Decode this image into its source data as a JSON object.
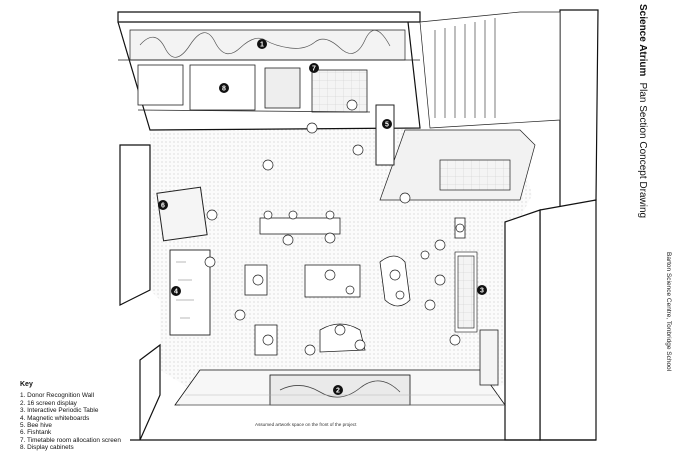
{
  "title": {
    "bold": "Science Atrium",
    "rest": "Plan Section Concept Drawing"
  },
  "subtitle": "Barton Science Centre, Tonbridge School",
  "key": {
    "heading": "Key",
    "items": [
      "1.  Donor Recognition Wall",
      "2.  16 screen display",
      "3.  Interactive Periodic Table",
      "4.  Magnetic whiteboards",
      "5.  Bee hive",
      "6.  Fishtank",
      "7.  Timetable room allocation screen",
      "8.  Display cabinets"
    ]
  },
  "caption": "Assumed artwork space on the front of the project",
  "markers": [
    "1",
    "2",
    "3",
    "4",
    "5",
    "6",
    "7",
    "8"
  ]
}
